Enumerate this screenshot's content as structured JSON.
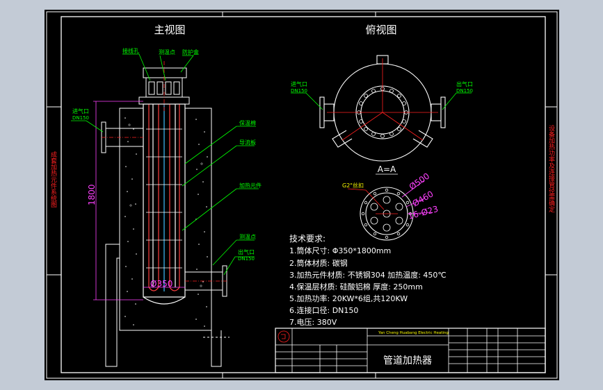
{
  "drawing": {
    "main_view_title": "主视图",
    "top_view_title": "俯视图",
    "section_label": "A=A",
    "callouts_main": {
      "thermocouple_hole": "接线孔",
      "temp_point_top": "测温点",
      "explosion_box": "防护盒",
      "inlet": "进气口",
      "inlet_size": "DN150",
      "insulation": "保温棉",
      "baffle": "导流板",
      "heating_element": "加热元件",
      "temp_point_bottom": "测温点",
      "outlet": "出气口",
      "outlet_size": "DN150"
    },
    "callouts_top": {
      "inlet": "进气口",
      "inlet_size": "DN150",
      "outlet": "出气口",
      "outlet_size": "DN150"
    },
    "dimensions": {
      "height": "1800",
      "body_dia": "Ø350",
      "flange_dia_1": "Ø500",
      "flange_dia_2": "Ø460",
      "holes": "16-Ø23",
      "hole_note": "G2\"丝扣"
    },
    "side_note_left": "成套加热元件系统图",
    "side_note_right": "设备加热功率及连接管径需确定",
    "requirements": {
      "heading": "技术要求:",
      "lines": [
        "1.筒体尺寸: Φ350*1800mm",
        "2.筒体材质: 碳钢",
        "3.加热元件材质: 不锈钢304    加热温度: 450℃",
        "4.保温层材质: 硅酸铝棉      厚度: 250mm",
        "5.加热功率: 20KW*6组,共120KW",
        "6.连接口径: DN150",
        "7.电压: 380V"
      ]
    },
    "title_block": {
      "company": "Yan Cheng Huabang Electric Heating",
      "product_name": "管道加热器"
    }
  },
  "colors": {
    "outer_bg": "#c3cbd6",
    "paper": "#000000",
    "line": "#ffffff",
    "callout": "#00ff00",
    "center_line": "#ff2020",
    "dimension": "#ff40ff",
    "note": "#ff2020"
  }
}
